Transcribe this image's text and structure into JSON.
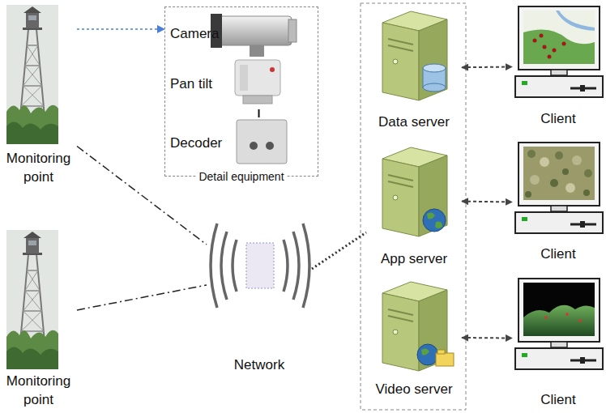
{
  "diagram": {
    "nodes": [
      {
        "text": [
          "Monitoring point"
        ]
      },
      {
        "text": [
          "Detail equipment"
        ]
      },
      {
        "text": [
          "Camera"
        ],
        "in": 1
      },
      {
        "text": [
          "Pan tilt"
        ],
        "in": 1
      },
      {
        "text": [
          "Decoder"
        ],
        "in": 1
      },
      {
        "text": [
          "Monitoring point"
        ]
      },
      {
        "text": [
          "Network"
        ]
      },
      {
        "text": [
          "Data server"
        ]
      },
      {
        "text": [
          "App server"
        ]
      },
      {
        "text": [
          "Video server"
        ]
      },
      {
        "text": [
          "Client"
        ]
      },
      {
        "text": [
          "Client"
        ]
      },
      {
        "text": [
          "Client"
        ]
      }
    ],
    "edges": [
      {
        "from": 0,
        "to": 1,
        "arrow": "to"
      },
      {
        "from": 0,
        "to": 6,
        "arrow": "none"
      },
      {
        "from": 5,
        "to": 6,
        "arrow": "none"
      },
      {
        "from": 6,
        "to": 8,
        "arrow": "none"
      },
      {
        "from": 7,
        "to": 10,
        "arrow": "both"
      },
      {
        "from": 8,
        "to": 11,
        "arrow": "both"
      },
      {
        "from": 9,
        "to": 12,
        "arrow": "both"
      },
      {
        "from": 3,
        "to": 4,
        "arrow": "none"
      }
    ]
  }
}
